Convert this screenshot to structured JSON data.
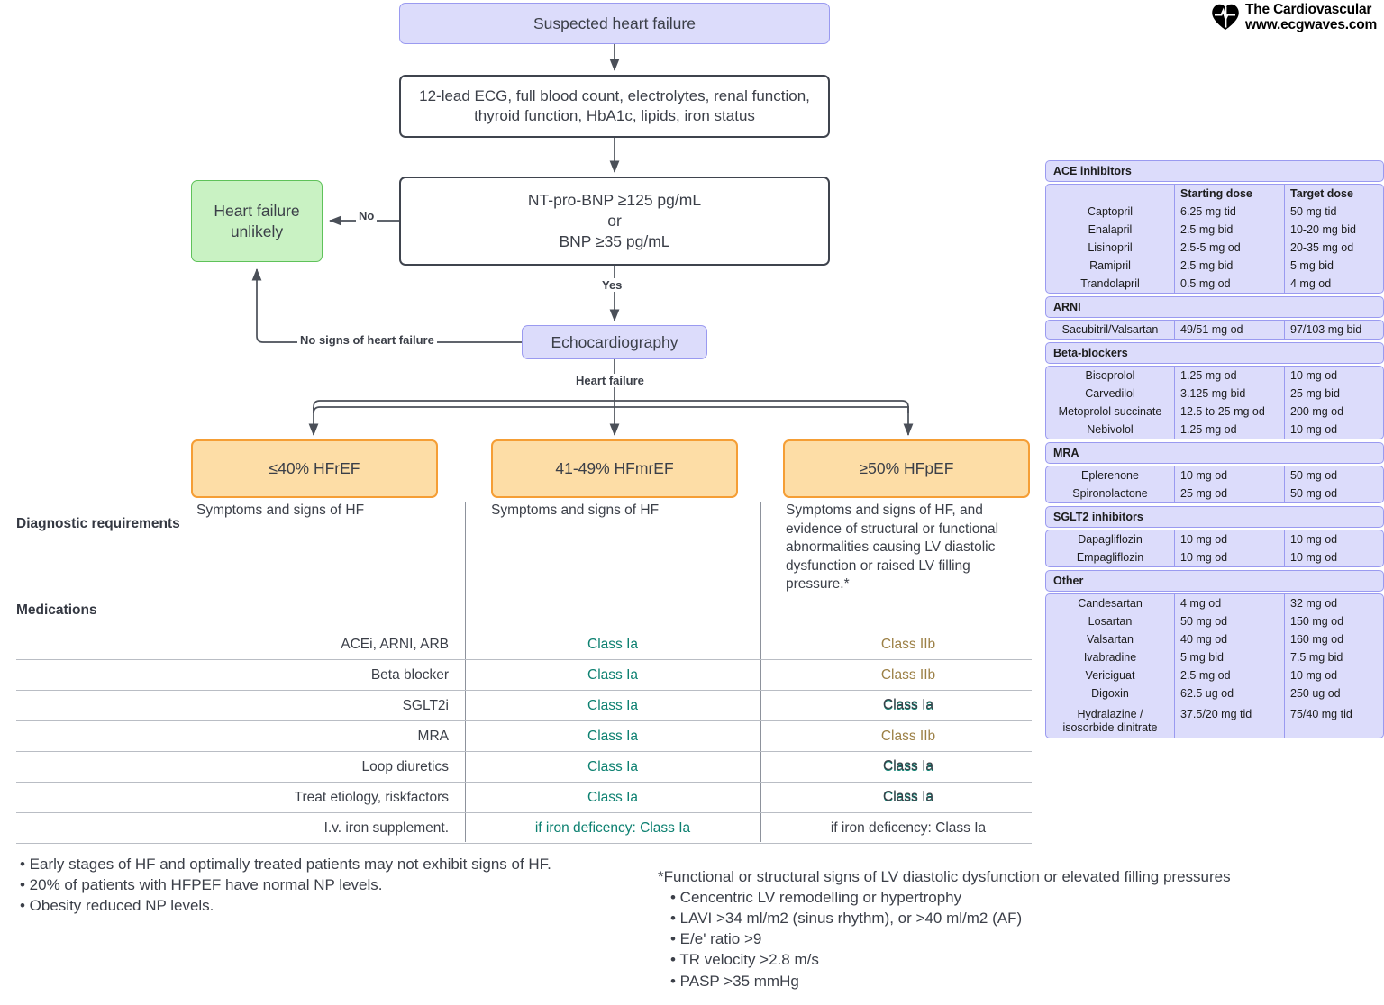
{
  "logo": {
    "icon": "heart-ecg-icon",
    "line1": "The Cardiovascular",
    "line2": "www.ecgwaves.com"
  },
  "flow": {
    "suspected": "Suspected heart failure",
    "workup": "12-lead ECG, full blood count, electrolytes, renal function, thyroid function, HbA1c, lipids, iron status",
    "bnp": "NT-pro-BNP ≥125 pg/mL\nor\nBNP ≥35 pg/mL",
    "bnp_line1": "NT-pro-BNP ≥125 pg/mL",
    "bnp_line2": "or",
    "bnp_line3": "BNP ≥35 pg/mL",
    "unlikely": "Heart failure unlikely",
    "echo": "Echocardiography",
    "hfref": "≤40% HFrEF",
    "hfmref": "41-49% HFmrEF",
    "hfpef": "≥50% HFpEF",
    "edge_no": "No",
    "edge_yes": "Yes",
    "edge_nosigns": "No signs of heart failure",
    "edge_hf": "Heart failure"
  },
  "table": {
    "diagnostic_label": "Diagnostic requirements",
    "medications_label": "Medications",
    "diagnostic": [
      "Symptoms and signs of HF",
      "Symptoms and signs of HF",
      "Symptoms and signs of HF, and evidence of structural or functional abnormalities causing LV diastolic dysfunction or raised LV filling pressure.*"
    ],
    "rows": [
      {
        "label": "ACEi, ARNI, ARB",
        "c1": "Class Ia",
        "c1_class": "ia",
        "c2": "Class IIb",
        "c2_class": "iib",
        "c3": "",
        "c3_class": "plain"
      },
      {
        "label": "Beta blocker",
        "c1": "Class Ia",
        "c1_class": "ia",
        "c2": "Class IIb",
        "c2_class": "iib",
        "c3": "",
        "c3_class": "plain"
      },
      {
        "label": "SGLT2i",
        "c1": "Class Ia",
        "c1_class": "ia",
        "c2": "Class Ia",
        "c2_class": "ia",
        "c3": "Class Ia",
        "c3_class": "plain"
      },
      {
        "label": "MRA",
        "c1": "Class Ia",
        "c1_class": "ia",
        "c2": "Class IIb",
        "c2_class": "iib",
        "c3": "",
        "c3_class": "plain"
      },
      {
        "label": "Loop diuretics",
        "c1": "Class Ia",
        "c1_class": "ia",
        "c2": "Class Ia",
        "c2_class": "ia",
        "c3": "Class Ia",
        "c3_class": "plain"
      },
      {
        "label": "Treat etiology, riskfactors",
        "c1": "Class Ia",
        "c1_class": "ia",
        "c2": "Class Ia",
        "c2_class": "ia",
        "c3": "Class Ia",
        "c3_class": "plain"
      },
      {
        "label": "I.v. iron supplement.",
        "c1": "if iron deficency: Class Ia",
        "c1_class": "ia",
        "c2": "if iron deficency: Class Ia",
        "c2_class": "plain",
        "c3": "",
        "c3_class": "plain"
      }
    ]
  },
  "drugs": {
    "col_headers": {
      "starting": "Starting dose",
      "target": "Target dose"
    },
    "sections": [
      {
        "title": "ACE inhibitors",
        "show_headers": true,
        "rows": [
          {
            "name": "Captopril",
            "start": "6.25 mg tid",
            "target": "50 mg tid"
          },
          {
            "name": "Enalapril",
            "start": "2.5 mg bid",
            "target": "10-20 mg bid"
          },
          {
            "name": "Lisinopril",
            "start": "2.5-5 mg od",
            "target": "20-35 mg od"
          },
          {
            "name": "Ramipril",
            "start": "2.5 mg bid",
            "target": "5 mg bid"
          },
          {
            "name": "Trandolapril",
            "start": "0.5 mg od",
            "target": "4 mg od"
          }
        ]
      },
      {
        "title": "ARNI",
        "show_headers": false,
        "rows": [
          {
            "name": "Sacubitril/Valsartan",
            "start": "49/51 mg od",
            "target": "97/103 mg bid"
          }
        ]
      },
      {
        "title": "Beta-blockers",
        "show_headers": false,
        "rows": [
          {
            "name": "Bisoprolol",
            "start": "1.25 mg od",
            "target": "10 mg od"
          },
          {
            "name": "Carvedilol",
            "start": "3.125 mg bid",
            "target": "25 mg bid"
          },
          {
            "name": "Metoprolol succinate",
            "start": "12.5 to 25 mg od",
            "target": "200 mg od"
          },
          {
            "name": "Nebivolol",
            "start": "1.25 mg od",
            "target": "10 mg od"
          }
        ]
      },
      {
        "title": "MRA",
        "show_headers": false,
        "rows": [
          {
            "name": "Eplerenone",
            "start": "10 mg od",
            "target": "50 mg od"
          },
          {
            "name": "Spironolactone",
            "start": "25 mg od",
            "target": "50 mg od"
          }
        ]
      },
      {
        "title": "SGLT2 inhibitors",
        "show_headers": false,
        "rows": [
          {
            "name": "Dapagliflozin",
            "start": "10 mg od",
            "target": "10 mg od"
          },
          {
            "name": "Empagliflozin",
            "start": "10 mg od",
            "target": "10 mg od"
          }
        ]
      },
      {
        "title": "Other",
        "show_headers": false,
        "rows": [
          {
            "name": "Candesartan",
            "start": "4 mg od",
            "target": "32 mg od"
          },
          {
            "name": "Losartan",
            "start": "50 mg od",
            "target": "150 mg od"
          },
          {
            "name": "Valsartan",
            "start": "40 mg od",
            "target": "160 mg od"
          },
          {
            "name": "Ivabradine",
            "start": "5 mg bid",
            "target": "7.5 mg bid"
          },
          {
            "name": "Vericiguat",
            "start": "2.5 mg od",
            "target": "10 mg od"
          },
          {
            "name": "Digoxin",
            "start": "62.5 ug od",
            "target": "250 ug od"
          },
          {
            "name": "Hydralazine / isosorbide dinitrate",
            "start": "37.5/20 mg tid",
            "target": "75/40 mg tid"
          }
        ]
      }
    ]
  },
  "footnotes": {
    "left": [
      "• Early stages of HF and optimally treated patients may not exhibit signs of HF.",
      "• 20% of patients with HFPEF have normal NP levels.",
      "• Obesity reduced NP levels."
    ],
    "right_title": "*Functional or structural signs of LV diastolic dysfunction or elevated filling pressures",
    "right": [
      "• Cencentric LV remodelling or hypertrophy",
      "• LAVI >34 ml/m2 (sinus rhythm), or >40 ml/m2 (AF)",
      "• E/e' ratio >9",
      "• TR velocity >2.8 m/s",
      "• PASP >35 mmHg"
    ]
  },
  "colors": {
    "lavender": "#dcdcfb",
    "lavender_border": "#9a9af0",
    "green": "#c9f2c3",
    "green_border": "#5fc25a",
    "orange": "#fddda6",
    "orange_border": "#f59e35",
    "class_ia": "#0c8070",
    "class_iib": "#9c8046",
    "text": "#3b3f48"
  }
}
